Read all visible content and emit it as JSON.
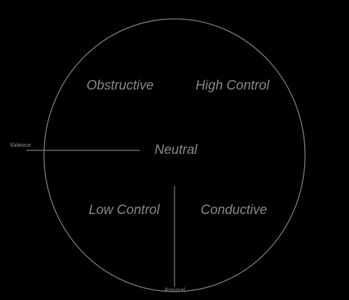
{
  "diagram": {
    "regions": {
      "top_left": "Obstructive",
      "top_right": "High Control",
      "center": "Neutral",
      "bottom_left": "Low Control",
      "bottom_right": "Conductive"
    },
    "axes": {
      "horizontal": "Valence",
      "vertical": "Arousal"
    },
    "colors": {
      "background": "#000000",
      "circle_stroke": "#8c8c8c",
      "axis_line": "#6e6e6e",
      "label_text": "#8a8a8a"
    }
  }
}
